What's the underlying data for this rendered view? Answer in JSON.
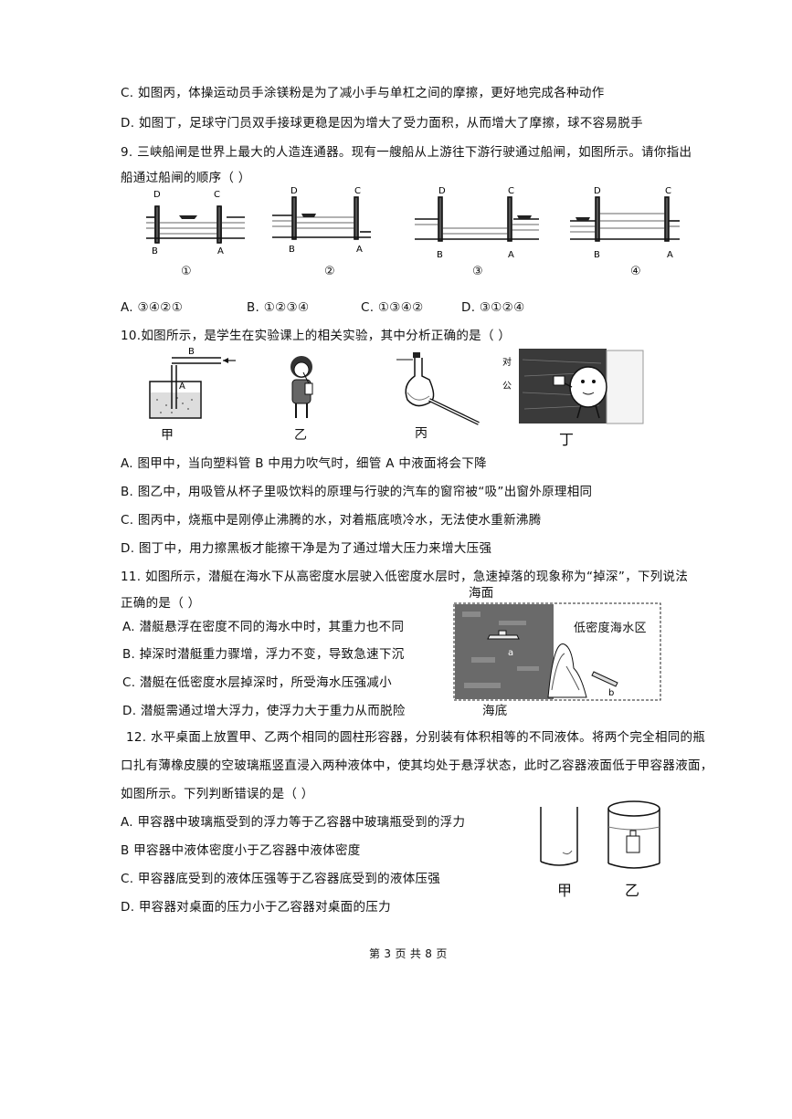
{
  "lines": {
    "q8c": "C. 如图丙，体操运动员手涂镁粉是为了减小手与单杠之间的摩擦，更好地完成各种动作",
    "q8d": "D. 如图丁，足球守门员双手接球更稳是因为增大了受力面积，从而增大了摩擦，球不容易脱手",
    "q9_l1": "9.  三峡船闸是世界上最大的人造连通器。现有一艘船从上游往下游行驶通过船闸，如图所示。请你指出",
    "q9_l2": "船通过船闸的顺序（      ）",
    "q9_opts": [
      "A.  ③④②①",
      "B. ①②③④",
      "C. ①③④②",
      "D. ③①②④"
    ],
    "q10_stem": "10.如图所示，是学生在实验课上的相关实验，其中分析正确的是（      ）",
    "q10_opts": [
      "A. 图甲中，当向塑料管 B 中用力吹气时，细管 A 中液面将会下降",
      "B. 图乙中，用吸管从杯子里吸饮料的原理与行驶的汽车的窗帘被“吸”出窗外原理相同",
      "C. 图丙中，烧瓶中是刚停止沸腾的水，对着瓶底喷冷水，无法使水重新沸腾",
      "D. 图丁中，用力擦黑板才能擦干净是为了通过增大压力来增大压强"
    ],
    "q11_l1": "11.  如图所示，潜艇在海水下从高密度水层驶入低密度水层时，急速掉落的现象称为“掉深”，下列说法",
    "q11_l2": "正确的是（      ）",
    "q11_opts": [
      "A. 潜艇悬浮在密度不同的海水中时，其重力也不同",
      "B. 掉深时潜艇重力骤增，浮力不变，导致急速下沉",
      "C. 潜艇在低密度水层掉深时，所受海水压强减小",
      "D. 潜艇需通过增大浮力，使浮力大于重力从而脱险"
    ],
    "q12_l1": "12.  水平桌面上放置甲、乙两个相同的圆柱形容器，分别装有体积相等的不同液体。将两个完全相同的瓶",
    "q12_l2": "口扎有薄橡皮膜的空玻璃瓶竖直浸入两种液体中，使其均处于悬浮状态，此时乙容器液面低于甲容器液面，",
    "q12_l3": "如图所示。下列判断错误的是（      ）",
    "q12_opts": [
      "A. 甲容器中玻璃瓶受到的浮力等于乙容器中玻璃瓶受到的浮力",
      "B  甲容器中液体密度小于乙容器中液体密度",
      "C. 甲容器底受到的液体压强等于乙容器底受到的液体压强",
      "D. 甲容器对桌面的压力小于乙容器对桌面的压力"
    ],
    "footer": "第 3 页 共 8 页"
  },
  "fig9": {
    "labels": [
      "D",
      "C",
      "B",
      "A"
    ],
    "captions": [
      "①",
      "②",
      "③",
      "④"
    ]
  },
  "fig10": {
    "captions": [
      "甲",
      "乙",
      "丙",
      "丁"
    ],
    "tube_labels": [
      "B",
      "A"
    ]
  },
  "fig11": {
    "surface": "海面",
    "region": "低密度海水区",
    "bottom": "海底",
    "marks": [
      "a",
      "b"
    ]
  },
  "fig12": {
    "captions": [
      "甲",
      "乙"
    ]
  }
}
